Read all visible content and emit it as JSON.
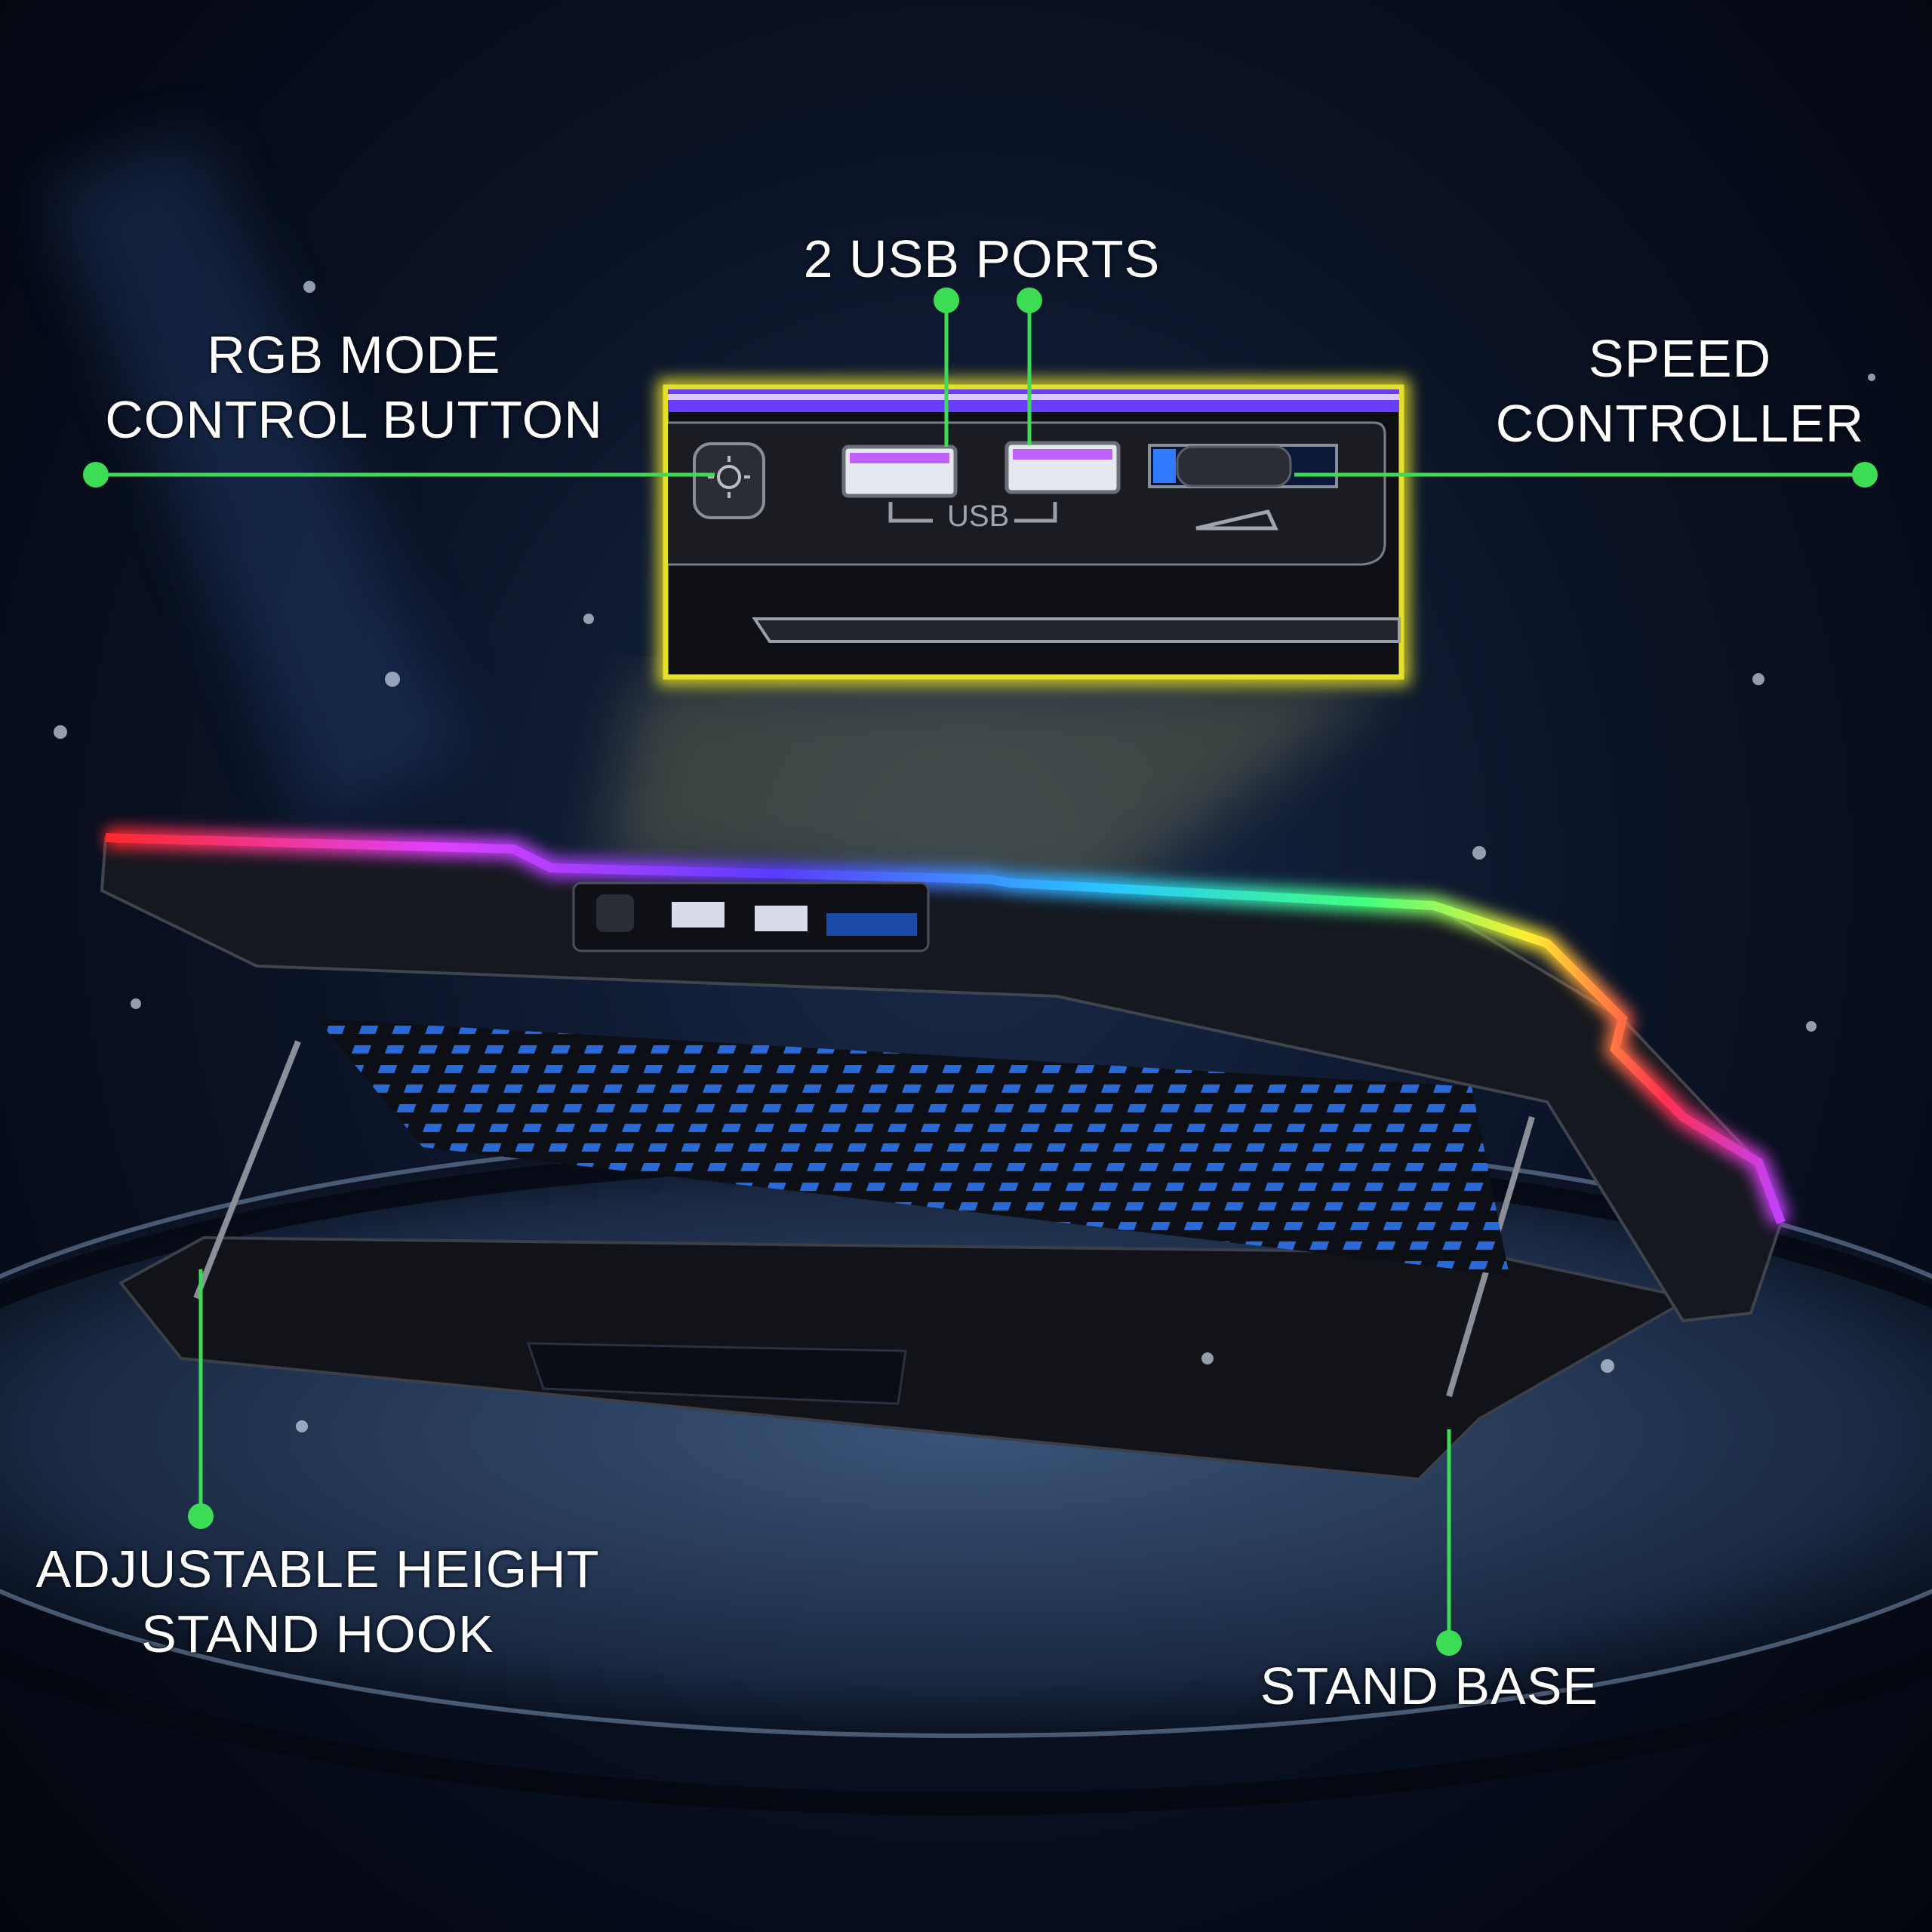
{
  "callouts": {
    "usb_ports": "2 USB PORTS",
    "rgb_mode": [
      "RGB MODE",
      "CONTROL BUTTON"
    ],
    "speed_controller": [
      "SPEED",
      "CONTROLLER"
    ],
    "stand_hook": [
      "ADJUSTABLE HEIGHT",
      "STAND HOOK"
    ],
    "stand_base": "STAND BASE"
  },
  "panel": {
    "usb_marking": "USB"
  },
  "colors": {
    "callout_line": "#3ddc55",
    "inset_border": "#e4e02a",
    "background": "#0b1428"
  }
}
